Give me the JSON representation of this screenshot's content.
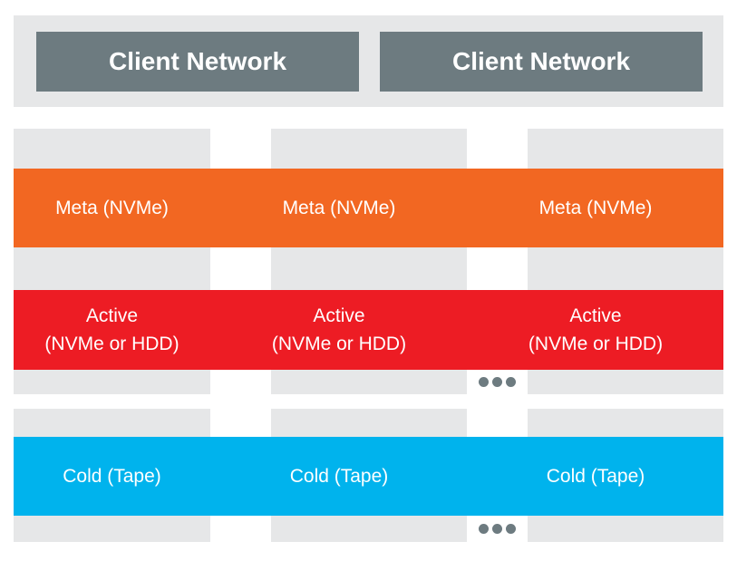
{
  "client_networks": [
    "Client Network",
    "Client Network"
  ],
  "tiers": {
    "meta": {
      "lines": [
        "Meta (NVMe)"
      ],
      "color": "#f26722"
    },
    "active": {
      "lines": [
        "Active",
        "(NVMe or HDD)"
      ],
      "color": "#ed1c24"
    },
    "cold": {
      "lines": [
        "Cold (Tape)"
      ],
      "color": "#00b3ed"
    }
  },
  "columns": 3,
  "continuation_markers": [
    "more-nodes-dots",
    "more-nodes-dots"
  ],
  "colors": {
    "network": "#6d7b80",
    "node": "#e6e7e8",
    "dots": "#6d7b80"
  }
}
